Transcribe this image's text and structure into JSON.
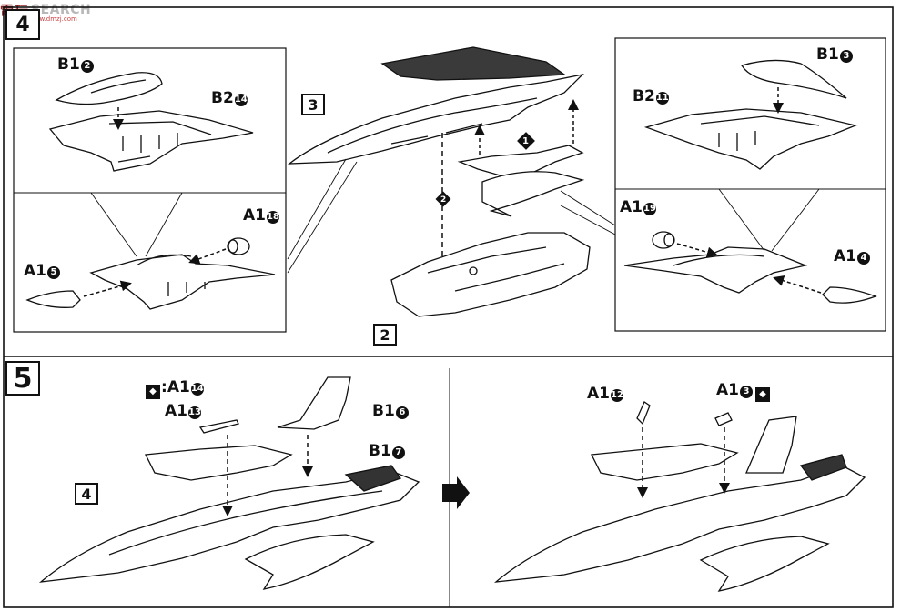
{
  "watermark": {
    "cn": "電玩",
    "en": "SEARCH",
    "url": "www.dmzj.com"
  },
  "steps": {
    "top": "4",
    "bottom": "5"
  },
  "callouts": {
    "three": "3",
    "two": "2",
    "four": "4"
  },
  "sub_steps": {
    "one": "1",
    "two": "2"
  },
  "labels": {
    "b1_2": {
      "code": "B1",
      "num": "2"
    },
    "b2_14": {
      "code": "B2",
      "num": "14"
    },
    "a1_18": {
      "code": "A1",
      "num": "18"
    },
    "a1_5": {
      "code": "A1",
      "num": "5"
    },
    "b1_3": {
      "code": "B1",
      "num": "3"
    },
    "b2_11": {
      "code": "B2",
      "num": "11"
    },
    "a1_19": {
      "code": "A1",
      "num": "19"
    },
    "a1_4": {
      "code": "A1",
      "num": "4"
    },
    "a1_14_alt": {
      "prefix": ":",
      "code": "A1",
      "num": "14"
    },
    "a1_13": {
      "code": "A1",
      "num": "13"
    },
    "b1_6": {
      "code": "B1",
      "num": "6"
    },
    "b1_7": {
      "code": "B1",
      "num": "7"
    },
    "a1_12": {
      "code": "A1",
      "num": "12"
    },
    "a1_3": {
      "code": "A1",
      "num": "3"
    }
  },
  "icons": [
    "swap-direction-icon",
    "flip-arrows-icon",
    "next-arrow-icon"
  ]
}
